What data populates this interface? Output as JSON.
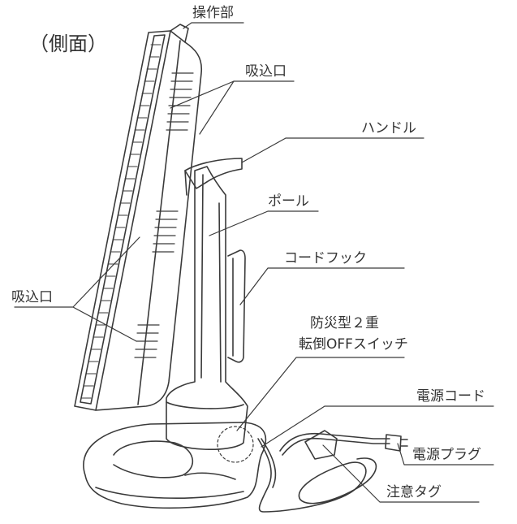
{
  "title": "（側面）",
  "labels": {
    "control_panel": "操作部",
    "intake_top": "吸込口",
    "handle": "ハンドル",
    "pole": "ポール",
    "cord_hook": "コードフック",
    "intake_left": "吸込口",
    "tip_switch_line1": "防災型２重",
    "tip_switch_line2": "転倒OFFスイッチ",
    "power_cord": "電源コード",
    "power_plug": "電源プラグ",
    "caution_tag": "注意タグ"
  },
  "colors": {
    "line": "#3a3a3a",
    "text": "#333333",
    "background": "#ffffff"
  }
}
